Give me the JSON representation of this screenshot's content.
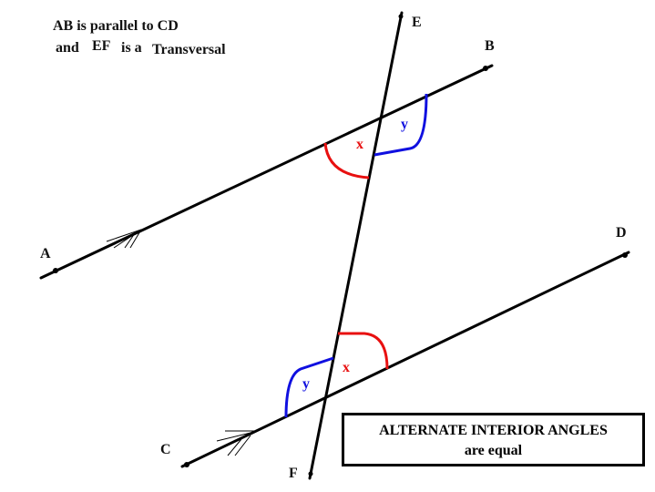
{
  "caption": {
    "line1": "AB is parallel to CD",
    "line2_a": "and",
    "line2_b": "EF",
    "line2_c": "is a",
    "line2_d": "Transversal"
  },
  "points": {
    "A": "A",
    "B": "B",
    "C": "C",
    "D": "D",
    "E": "E",
    "F": "F"
  },
  "angles": {
    "x_top": "x",
    "y_top": "y",
    "x_bottom": "x",
    "y_bottom": "y"
  },
  "box": {
    "line1": "ALTERNATE INTERIOR ANGLES",
    "line2": "are equal"
  },
  "colors": {
    "x": "#e81010",
    "y": "#1010e0",
    "line": "#000000"
  }
}
